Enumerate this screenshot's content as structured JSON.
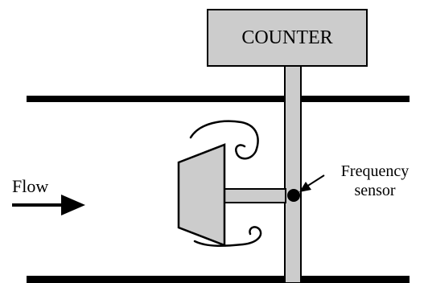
{
  "labels": {
    "counter": "COUNTER",
    "flow": "Flow",
    "sensor_line1": "Frequency",
    "sensor_line2": "sensor"
  },
  "colors": {
    "stroke": "#000000",
    "component_fill": "#cccccc",
    "background": "#ffffff"
  }
}
